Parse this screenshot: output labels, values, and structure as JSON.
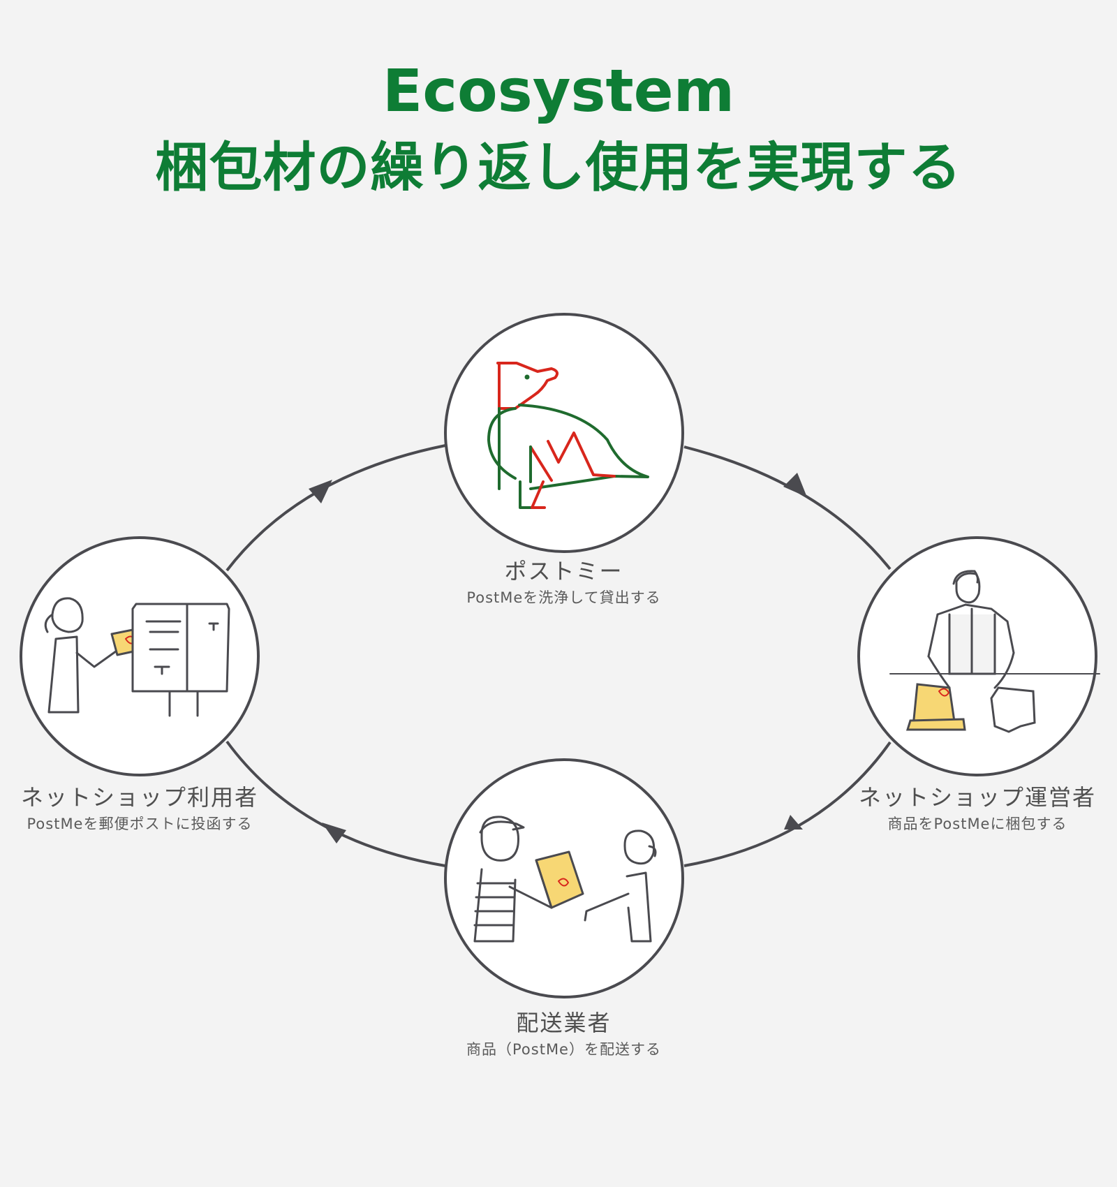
{
  "header": {
    "title_en": "Ecosystem",
    "title_ja": "梱包材の繰り返し使用を実現する"
  },
  "nodes": {
    "top": {
      "name": "ポストミー",
      "desc": "PostMeを洗浄して貸出する",
      "illustration": "bird-logo"
    },
    "right": {
      "name": "ネットショップ運営者",
      "desc": "商品をPostMeに梱包する",
      "illustration": "shop-worker-packing"
    },
    "bottom": {
      "name": "配送業者",
      "desc": "商品（PostMe）を配送する",
      "illustration": "courier-delivering"
    },
    "left": {
      "name": "ネットショップ利用者",
      "desc": "PostMeを郵便ポストに投函する",
      "illustration": "customer-posting"
    }
  },
  "colors": {
    "title": "#0e7d35",
    "cycle_line": "#4a4a4f",
    "logo_red": "#d8261c",
    "logo_green": "#1f6b2e",
    "package_yellow": "#f7d774"
  }
}
